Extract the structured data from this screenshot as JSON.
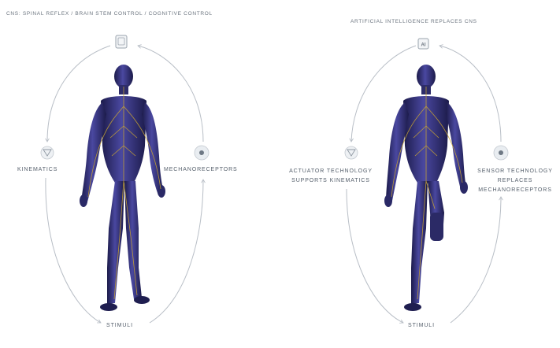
{
  "left": {
    "title": "CNS: SPINAL REFLEX / BRAIN STEM CONTROL / COGNITIVE CONTROL",
    "left_label": "KINEMATICS",
    "right_label": "MECHANORECEPTORS",
    "bottom_label": "STIMULI"
  },
  "right": {
    "title": "ARTIFICIAL INTELLIGENCE REPLACES CNS",
    "top_icon_text": "AI",
    "left_label_1": "ACTUATOR TECHNOLOGY",
    "left_label_2": "SUPPORTS KINEMATICS",
    "right_label_1": "SENSOR TECHNOLOGY",
    "right_label_2": "REPLACES",
    "right_label_3": "MECHANORECEPTORS",
    "bottom_label": "STIMULI"
  },
  "colors": {
    "body_fill": "#3c3a82",
    "body_dark": "#1c1b4a",
    "nerve": "#c9a431",
    "arrow": "#b8bec6",
    "icon_stroke": "#9aa3ad",
    "icon_bg": "#e9edf1"
  }
}
